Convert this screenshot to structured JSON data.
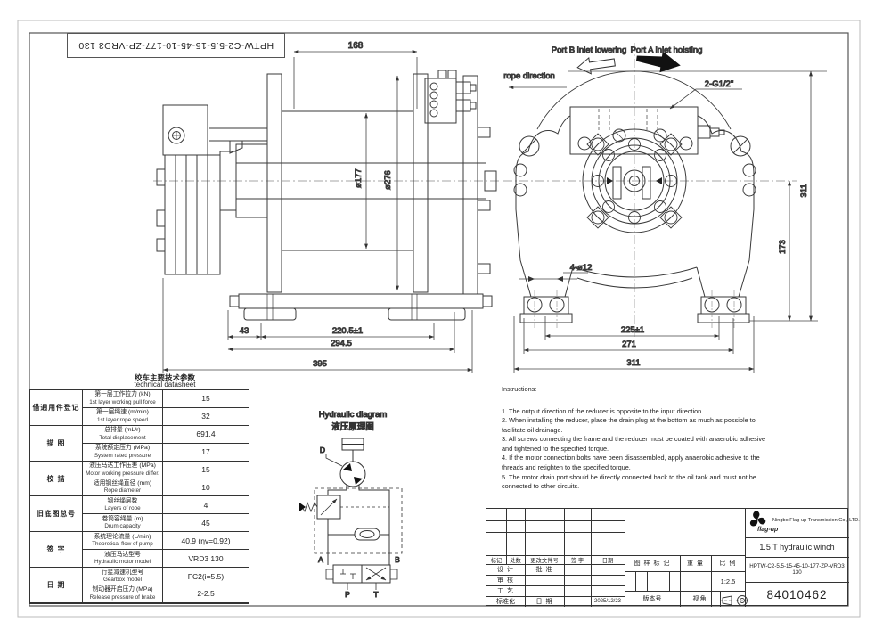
{
  "sheet": {
    "corner_model": "HPTW-C2-5.5-15-45-10-177-ZP-VRD3 130"
  },
  "side_view": {
    "dims": {
      "drum_width": "168",
      "drum_dia": "ø177",
      "flange_dia": "ø276",
      "foot_offset": "43",
      "bolt_span": "220.5±1",
      "frame_length": "294.5",
      "overall_length": "395"
    }
  },
  "front_view": {
    "labels": {
      "port_b": "Port B inlet lowering",
      "port_a": "Port A inlet hoisting",
      "rope_direction": "rope direction",
      "ports_thread": "2-G1/2\"",
      "mount_holes": "4-ø12"
    },
    "dims": {
      "overall_height": "311",
      "foot_height": "173",
      "bolt_span": "225±1",
      "frame_width": "271",
      "overall_width": "311"
    }
  },
  "hydraulic": {
    "title_en": "Hydraulic diagram",
    "title_cn": "液压原理图",
    "labels": {
      "drain": "D",
      "port_a": "A",
      "port_b": "B",
      "pressure": "P",
      "tank": "T"
    }
  },
  "datasheet": {
    "title_cn": "绞车主要技术参数",
    "title_en": "technical datasheet",
    "margin_labels": [
      "借通用件登记",
      "描 图",
      "校 描",
      "旧底图总号",
      "签 字",
      "日 期"
    ],
    "rows": [
      {
        "cn": "第一层工作拉力 (kN)",
        "en": "1st layer working pull force",
        "value": "15"
      },
      {
        "cn": "第一层绳速 (m/min)",
        "en": "1st layer rope speed",
        "value": "32"
      },
      {
        "cn": "总排量 (mL/r)",
        "en": "Total displacement",
        "value": "691.4"
      },
      {
        "cn": "系统额定压力 (MPa)",
        "en": "System rated pressure",
        "value": "17"
      },
      {
        "cn": "液压马达工作压差 (MPa)",
        "en": "Motor working pressure differ.",
        "value": "15"
      },
      {
        "cn": "适用钢丝绳直径 (mm)",
        "en": "Rope diameter",
        "value": "10"
      },
      {
        "cn": "钢丝绳层数",
        "en": "Layers of rope",
        "value": "4"
      },
      {
        "cn": "卷筒容绳量 (m)",
        "en": "Drum capacity",
        "value": "45"
      },
      {
        "cn": "系统理论流量 (L/min)",
        "en": "Theoretical flow of pump",
        "value": "40.9 (ηv=0.92)"
      },
      {
        "cn": "液压马达型号",
        "en": "Hydraulic motor model",
        "value": "VRD3 130"
      },
      {
        "cn": "行星减速机型号",
        "en": "Gearbox model",
        "value": "FC2(i=5.5)"
      },
      {
        "cn": "制动器开启压力 (MPa)",
        "en": "Release pressure of brake",
        "value": "2-2.5"
      }
    ]
  },
  "instructions": {
    "title": "Instructions:",
    "items": [
      "1. The output direction of the reducer is opposite to the input direction.",
      "2. When installing the reducer, place the drain plug at the bottom as much as possible to facilitate oil drainage.",
      "3. All screws connecting the frame and the reducer must be coated with anaerobic adhesive and tightened to the specified torque.",
      "4. If the motor connection bolts have been disassembled, apply anaerobic adhesive to the threads and retighten to the specified torque.",
      "5. The motor drain port should be directly connected back to the oil tank and must not be connected to other circuits."
    ]
  },
  "title_block": {
    "company": "Ningbo Flag-up Transmission Co., LTD.",
    "brand": "flag-up",
    "product": "1.5 T hydraulic winch",
    "model": "HPTW-C2-5.5-15-45-10-177-ZP-VRD3 130",
    "drawing_no": "84010462",
    "labels": {
      "mark": "标记",
      "count": "处数",
      "change_doc": "更改文件号",
      "sign": "签 字",
      "date_col": "日期",
      "design": "设 计",
      "approve": "批 准",
      "check": "审 核",
      "process": "工 艺",
      "standardize": "标准化",
      "date": "日 期",
      "pattern_mark": "图 样 标 记",
      "weight": "重 量",
      "scale": "比 例",
      "version": "版本号",
      "view_angle": "视角"
    },
    "values": {
      "date": "2025/12/23",
      "scale": "1:2.5"
    }
  }
}
